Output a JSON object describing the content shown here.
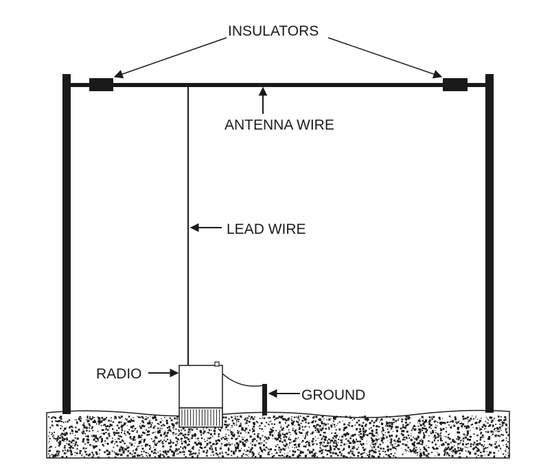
{
  "labels": {
    "insulators": "INSULATORS",
    "antenna_wire": "ANTENNA WIRE",
    "lead_wire": "LEAD WIRE",
    "radio": "RADIO",
    "ground": "GROUND"
  },
  "colors": {
    "ink": "#1a1a1a",
    "background": "#ffffff"
  }
}
